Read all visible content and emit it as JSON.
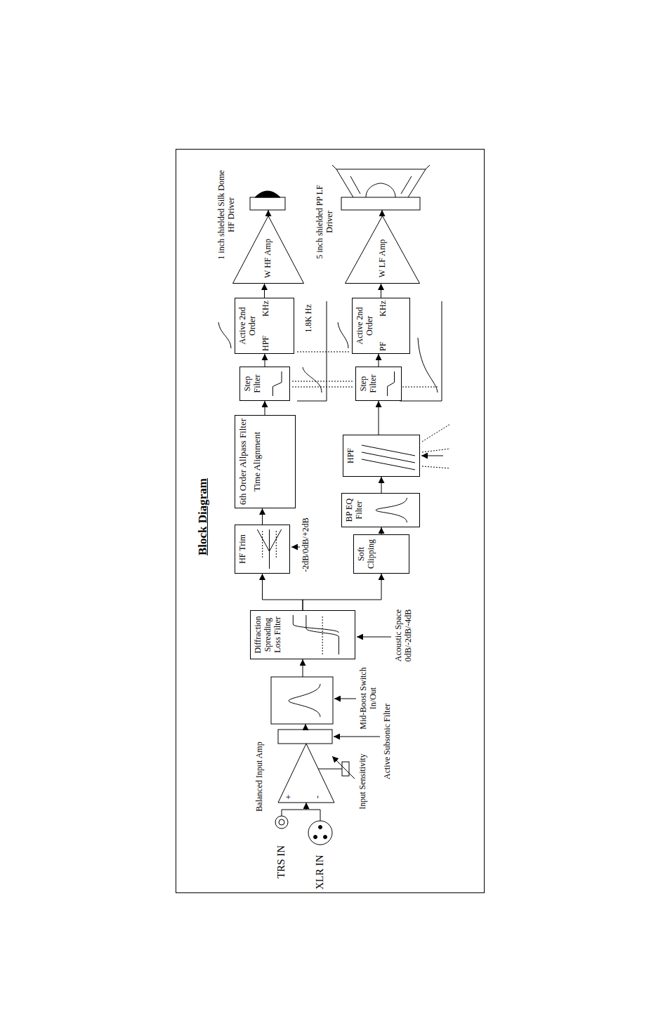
{
  "diagram": {
    "title": "Block Diagram",
    "nodes": [
      {
        "text": [
          "Diffraction Spreading Loss Filter"
        ]
      },
      {
        "text": [
          "HF Trim"
        ]
      },
      {
        "text": [
          "6th Order Allpass Filter",
          "Time Alignment"
        ]
      },
      {
        "text": [
          "Step Filter"
        ]
      },
      {
        "text": [
          "Active 2nd Order",
          "HPF",
          "KHz"
        ]
      },
      {
        "text": [
          "W HF Amp"
        ]
      },
      {
        "text": [
          "Soft Clipping"
        ]
      },
      {
        "text": [
          "BP EQ Filter"
        ]
      },
      {
        "text": [
          "HPF"
        ]
      },
      {
        "text": [
          "Step Filter"
        ]
      },
      {
        "text": [
          "Active 2nd Order",
          "PF",
          "KHz"
        ]
      },
      {
        "text": [
          "W LF Amp"
        ]
      }
    ],
    "edges": [
      {
        "from": 0,
        "to": 1,
        "arrow": "to"
      },
      {
        "from": 0,
        "to": 6,
        "arrow": "to"
      },
      {
        "from": 1,
        "to": 2,
        "arrow": "to"
      },
      {
        "from": 2,
        "to": 3,
        "arrow": "to"
      },
      {
        "from": 3,
        "to": 4,
        "arrow": "to"
      },
      {
        "from": 4,
        "to": 5,
        "arrow": "to"
      },
      {
        "from": 6,
        "to": 7,
        "arrow": "to"
      },
      {
        "from": 7,
        "to": 8,
        "arrow": "to"
      },
      {
        "from": 8,
        "to": 9,
        "arrow": "to"
      },
      {
        "from": 9,
        "to": 10,
        "arrow": "to"
      },
      {
        "from": 10,
        "to": 11,
        "arrow": "to"
      }
    ],
    "labels": [
      "TRS IN",
      "XLR IN",
      "Balanced Input Amp",
      "+",
      "-",
      "Input Sensitivity",
      "Active Subsonic Filter",
      "Mid-Boost Switch In/Out",
      "Acoustic Space 0dB/-2dB/-4dB",
      "-2dB/0dB/+2dB",
      "1.8K Hz",
      "1 inch shielded Silk Dome HF Driver",
      "5 inch shielded PP LF Driver"
    ]
  }
}
